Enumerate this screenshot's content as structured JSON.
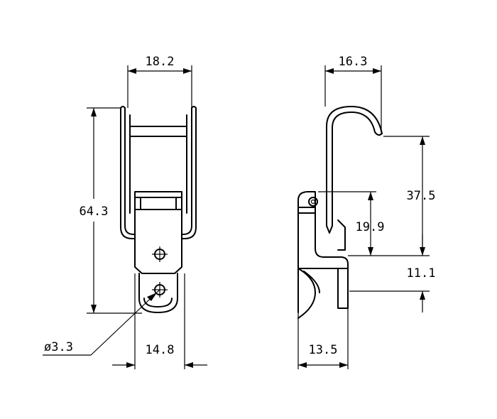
{
  "drawing": {
    "front_view": {
      "width_top": "18.2",
      "height_overall": "64.3",
      "hole_diameter": "ø3.3",
      "width_bottom": "14.8"
    },
    "side_view": {
      "hook_width": "16.3",
      "hook_height": "37.5",
      "hinge_to_pin": "19.9",
      "plate_offset": "11.1",
      "base_depth": "13.5"
    }
  }
}
